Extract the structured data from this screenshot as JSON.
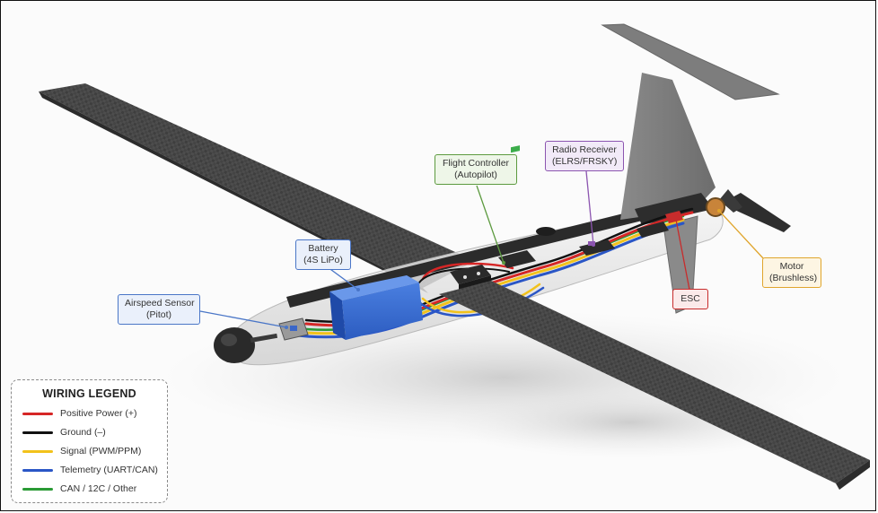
{
  "callouts": {
    "airspeed": {
      "line1": "Airspeed Sensor",
      "line2": "(Pitot)",
      "color": "#4a76c7",
      "bg": "#eaf0fb"
    },
    "battery": {
      "line1": "Battery",
      "line2": "(4S LiPo)",
      "color": "#4a76c7",
      "bg": "#eaf0fb"
    },
    "flight_controller": {
      "line1": "Flight Controller",
      "line2": "(Autopilot)",
      "color": "#5c9a3f",
      "bg": "#eef6e8"
    },
    "radio_receiver": {
      "line1": "Radio Receiver",
      "line2": "(ELRS/FRSKY)",
      "color": "#8c55b0",
      "bg": "#f2eaf8"
    },
    "esc": {
      "line1": "ESC",
      "color": "#c82c2c",
      "bg": "#fbeaea"
    },
    "motor": {
      "line1": "Motor",
      "line2": "(Brushless)",
      "color": "#e0a52c",
      "bg": "#fdf5e3"
    }
  },
  "legend": {
    "title": "WIRING LEGEND",
    "items": [
      {
        "label": "Positive Power (+)",
        "color": "#d62626"
      },
      {
        "label": "Ground (–)",
        "color": "#111111"
      },
      {
        "label": "Signal (PWM/PPM)",
        "color": "#f2c21b"
      },
      {
        "label": "Telemetry (UART/CAN)",
        "color": "#2a56c6"
      },
      {
        "label": "CAN / 12C / Other",
        "color": "#2a9a35"
      }
    ]
  }
}
